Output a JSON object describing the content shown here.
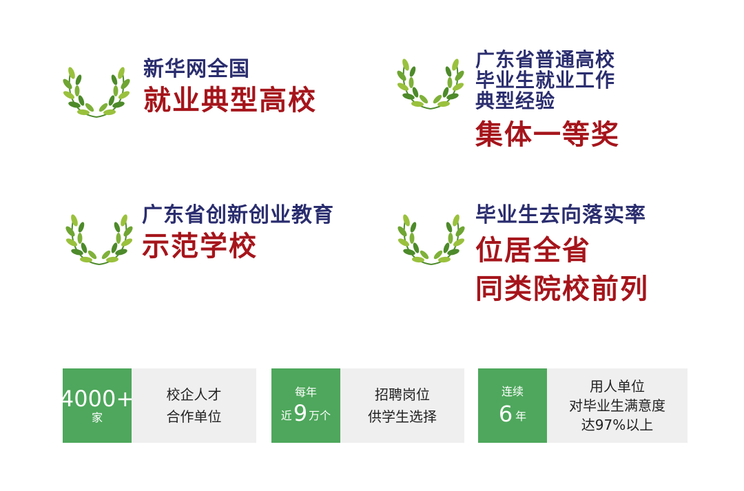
{
  "colors": {
    "blue": "#2a2d6e",
    "red": "#a5151b",
    "green": "#4ea75c",
    "leaf_light": "#9ac13d",
    "leaf_dark": "#4d8a2a",
    "gray_bg": "#efefef"
  },
  "awards": [
    {
      "icon": "laurel-wreath-icon",
      "lines": [
        "新华网全国"
      ],
      "highlight": [
        "就业典型高校"
      ]
    },
    {
      "icon": "laurel-wreath-icon",
      "lines": [
        "广东省普通高校",
        "毕业生就业工作",
        "典型经验"
      ],
      "highlight": [
        "集体一等奖"
      ]
    },
    {
      "icon": "laurel-wreath-icon",
      "lines": [
        "广东省创新创业教育"
      ],
      "highlight": [
        "示范学校"
      ]
    },
    {
      "icon": "laurel-wreath-icon",
      "lines": [
        "毕业生去向落实率"
      ],
      "highlight": [
        "位居全省",
        "同类院校前列"
      ]
    }
  ],
  "stats": [
    {
      "number": "4000+",
      "unit": "家",
      "desc": [
        "校企人才",
        "合作单位"
      ]
    },
    {
      "prefix_top": "每年",
      "prefix": "近",
      "number": "9",
      "unit": "万个",
      "desc": [
        "招聘岗位",
        "供学生选择"
      ]
    },
    {
      "prefix_top": "连续",
      "number": "6",
      "unit": "年",
      "desc": [
        "用人单位",
        "对毕业生满意度",
        "达97%以上"
      ]
    }
  ]
}
